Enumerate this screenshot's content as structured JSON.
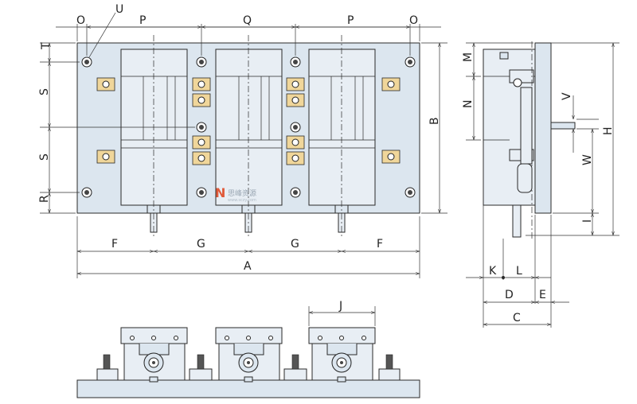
{
  "diagram": {
    "top_labels": {
      "o_left": "O",
      "u": "U",
      "p_left": "P",
      "q": "Q",
      "p_right": "P",
      "o_right": "O"
    },
    "left_labels": {
      "t": "T",
      "s_top": "S",
      "s_bottom": "S",
      "r": "R"
    },
    "right_label_front": {
      "b": "B"
    },
    "bottom_labels": {
      "f_left": "F",
      "g_left": "G",
      "g_right": "G",
      "f_right": "F",
      "a": "A"
    },
    "side_view_labels": {
      "m": "M",
      "n": "N",
      "v": "V",
      "w": "W",
      "h": "H",
      "i": "I",
      "k": "K",
      "l": "L",
      "d": "D",
      "e": "E",
      "c": "C"
    },
    "bottom_view_labels": {
      "j": "J"
    },
    "watermark": {
      "cn": "思峰资源",
      "url": "www.sczy.com",
      "logo": "N"
    },
    "colors": {
      "part_fill": "#dce6ef",
      "clamp_fill": "#f0d69a",
      "line": "#2a2a2a"
    }
  }
}
